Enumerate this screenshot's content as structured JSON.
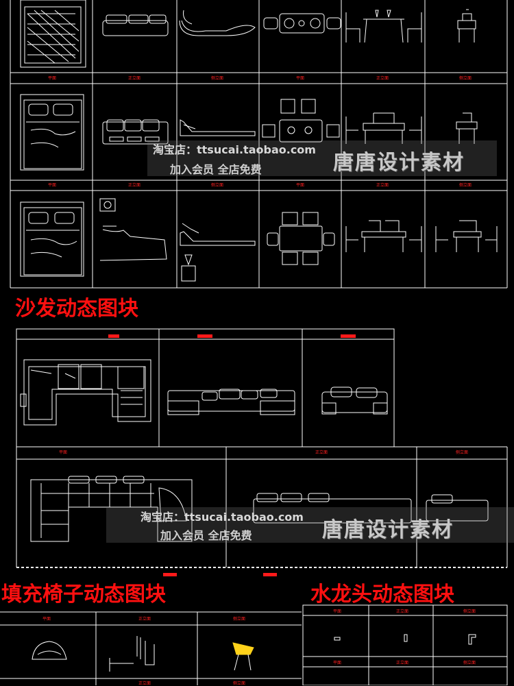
{
  "colors": {
    "background": "#000000",
    "line": "#ffffff",
    "label": "#ff2020",
    "heading": "#ff1010",
    "watermark": "#cccccc",
    "accent_yellow": "#ffd21a"
  },
  "headings": {
    "sofa": "沙发动态图块",
    "chair": "填充椅子动态图块",
    "faucet": "水龙头动态图块"
  },
  "watermark_top": {
    "shop": "淘宝店：ttsucai.taobao.com",
    "member": "加入会员 全店免费",
    "brand": "唐唐设计素材"
  },
  "watermark_bottom": {
    "shop": "淘宝店：ttsucai.taobao.com",
    "member": "加入会员 全店免费",
    "brand": "唐唐设计素材"
  },
  "labels": {
    "plan": "平面",
    "front": "正立面",
    "side": "侧立面"
  }
}
